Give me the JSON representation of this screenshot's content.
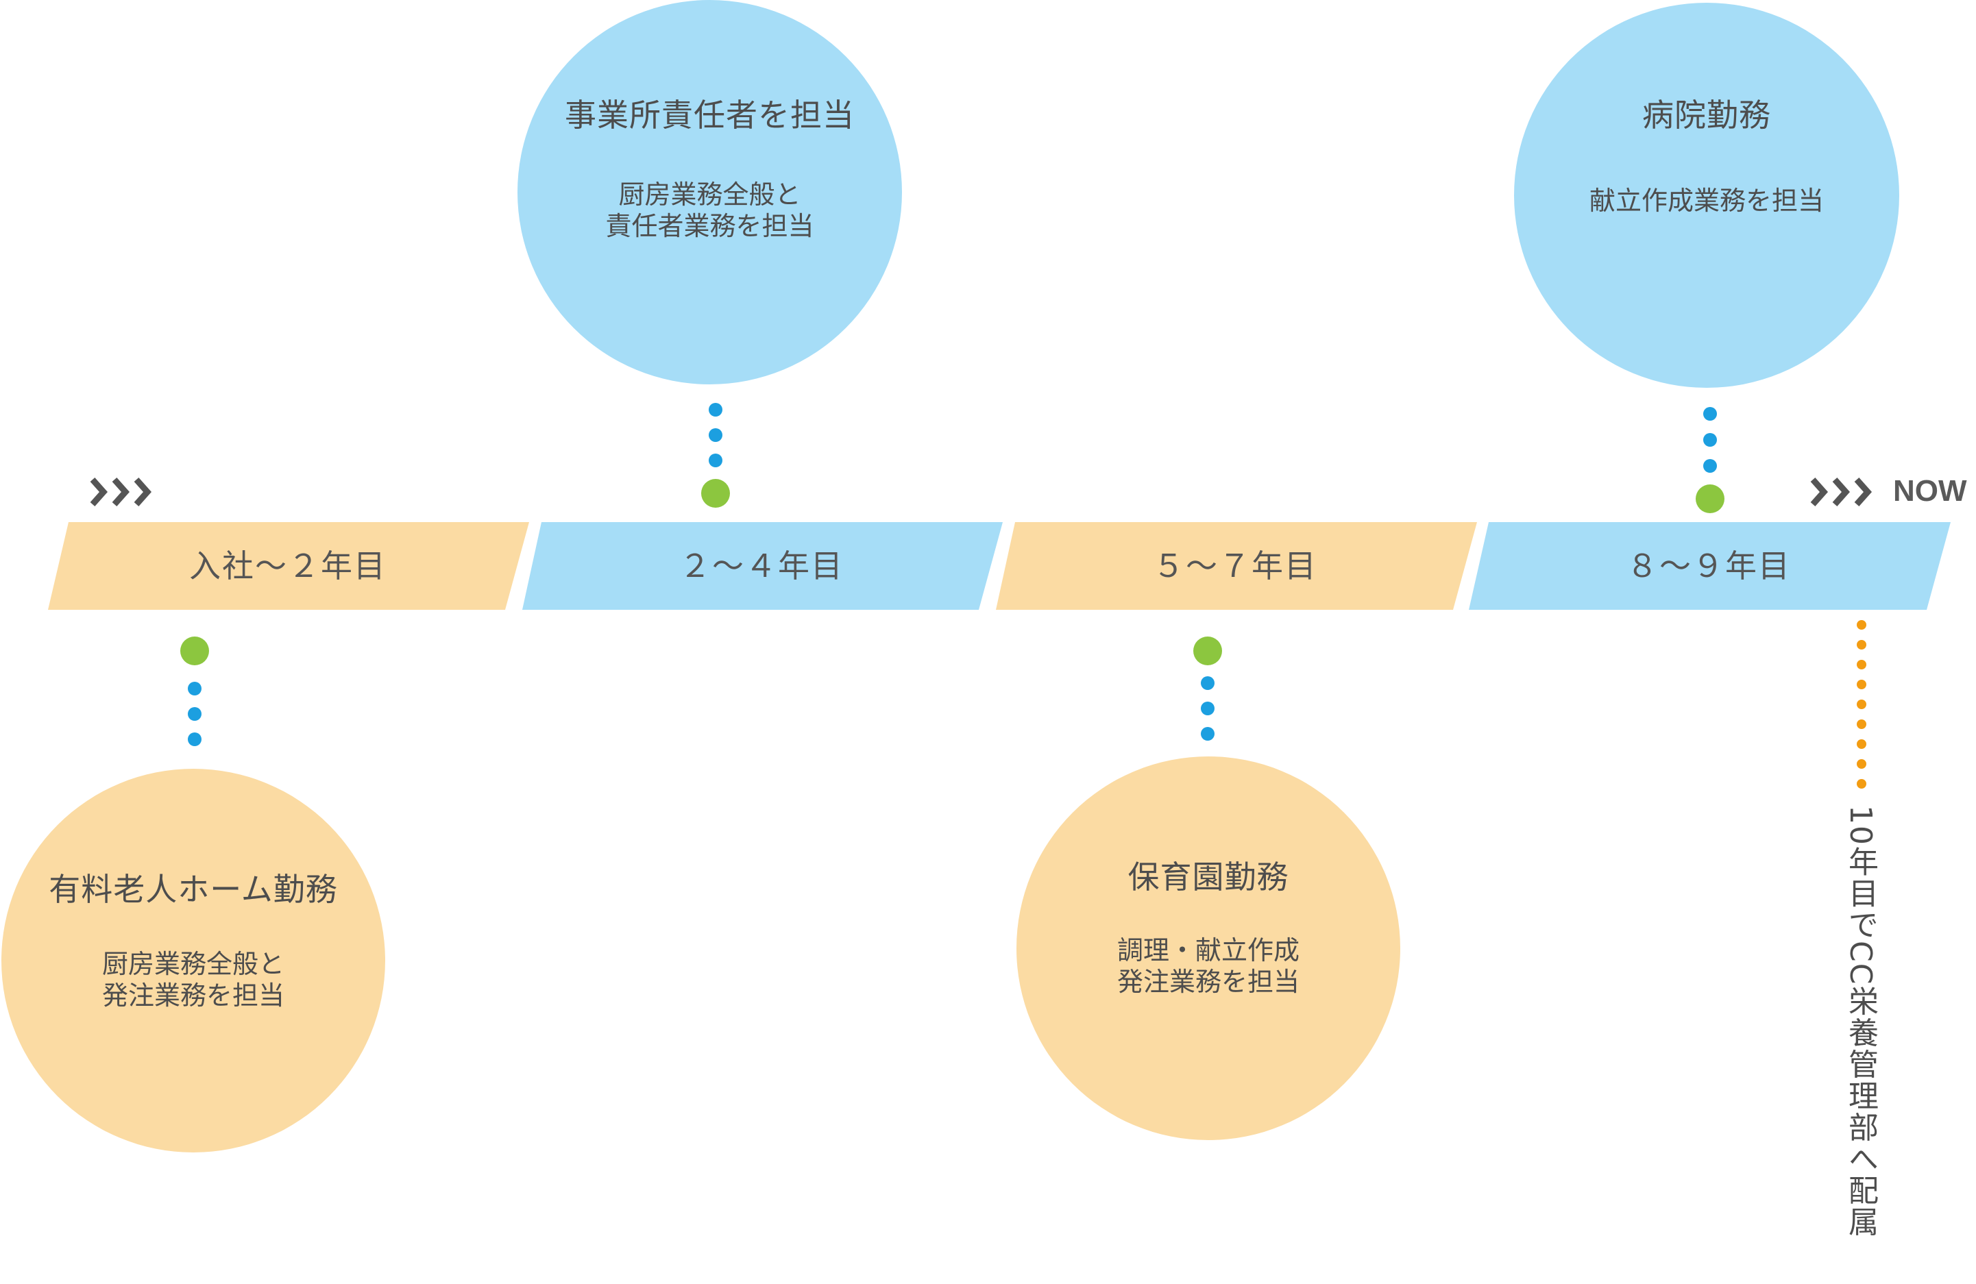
{
  "colors": {
    "orange": "#fbdba3",
    "blue": "#a6ddf7",
    "green": "#8cc63f",
    "dot_blue": "#1c9fe0",
    "dot_orange": "#f39c12",
    "chevron": "#555555"
  },
  "periods": [
    {
      "label": "入社〜２年目"
    },
    {
      "label": "２〜４年目"
    },
    {
      "label": "５〜７年目"
    },
    {
      "label": "８〜９年目"
    }
  ],
  "milestones": [
    {
      "title": "有料老人ホーム勤務",
      "desc": [
        "厨房業務全般と",
        "発注業務を担当"
      ]
    },
    {
      "title": "事業所責任者を担当",
      "desc": [
        "厨房業務全般と",
        "責任者業務を担当"
      ]
    },
    {
      "title": "保育園勤務",
      "desc": [
        "調理・献立作成",
        "発注業務を担当"
      ]
    },
    {
      "title": "病院勤務",
      "desc": [
        "献立作成業務を担当"
      ]
    }
  ],
  "now_label": "NOW",
  "future_note": "10年目でCC栄養管理部へ配属"
}
